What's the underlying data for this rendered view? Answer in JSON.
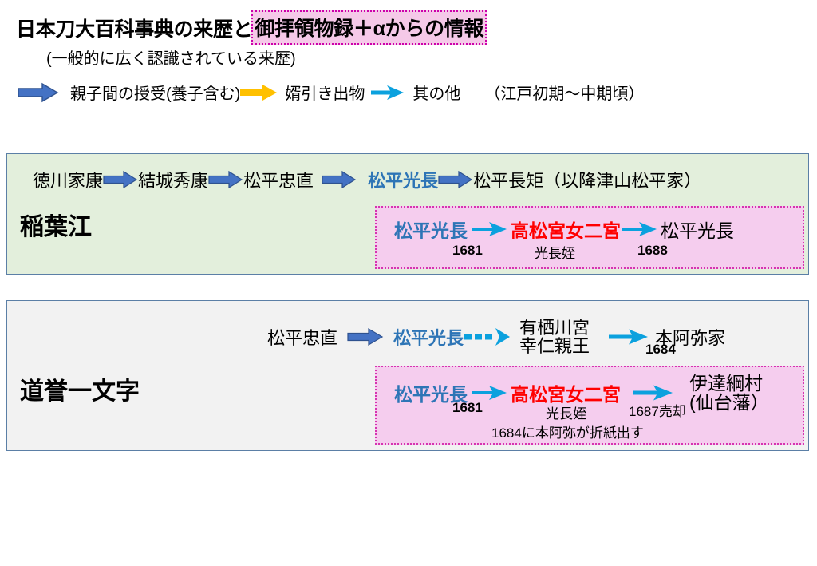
{
  "title": {
    "plain": "日本刀大百科事典の来歴と",
    "highlighted": "御拝領物録＋αからの情報"
  },
  "subtitle": "(一般的に広く認識されている来歴)",
  "legend": {
    "items": [
      {
        "icon": "blue-block-arrow-icon",
        "label": "親子間の授受(養子含む)",
        "color": "#4472C4"
      },
      {
        "icon": "yellow-block-arrow-icon",
        "label": "婿引き出物",
        "color": "#FFC000"
      },
      {
        "icon": "cyan-chevron-arrow-icon",
        "label": "其の他",
        "color": "#0BA1DE"
      }
    ],
    "period_note": "（江戸初期〜中期頃）"
  },
  "panels": [
    {
      "id": "inaba",
      "title": "稲葉江",
      "background": "#E3EFDC",
      "border": "#5B7FA6",
      "main_chain": [
        {
          "text": "徳川家康",
          "style": "black"
        },
        {
          "text": "結城秀康",
          "style": "black"
        },
        {
          "text": "松平忠直",
          "style": "black"
        },
        {
          "text": "松平光長",
          "style": "blue"
        },
        {
          "text": "松平長矩（以降津山松平家）",
          "style": "black"
        }
      ],
      "callout": {
        "background": "#F5CDEE",
        "border": "#D633B0",
        "chain": [
          {
            "text": "松平光長",
            "style": "blue"
          },
          {
            "text": "高松宮女二宮",
            "style": "red"
          },
          {
            "text": "松平光長",
            "style": "black"
          }
        ],
        "annotations": [
          {
            "text": "1681",
            "kind": "year"
          },
          {
            "text": "光長姪",
            "kind": "note"
          },
          {
            "text": "1688",
            "kind": "year"
          }
        ]
      }
    },
    {
      "id": "douyo",
      "title": "道誉一文字",
      "background": "#F2F2F2",
      "border": "#5B7FA6",
      "main_chain": [
        {
          "text": "松平忠直",
          "style": "black"
        },
        {
          "text": "松平光長",
          "style": "blue"
        },
        {
          "text": "有栖川宮",
          "text2": "幸仁親王",
          "style": "black-stack"
        },
        {
          "text": "本阿弥家",
          "style": "black"
        }
      ],
      "main_chain_annotations": [
        {
          "text": "1684",
          "kind": "year"
        }
      ],
      "callout": {
        "background": "#F5CDEE",
        "border": "#D633B0",
        "chain": [
          {
            "text": "松平光長",
            "style": "blue"
          },
          {
            "text": "高松宮女二宮",
            "style": "red"
          },
          {
            "text": "伊達綱村",
            "text2": "(仙台藩）",
            "style": "black-stack"
          }
        ],
        "annotations": [
          {
            "text": "1681",
            "kind": "year"
          },
          {
            "text": "光長姪",
            "kind": "note"
          },
          {
            "text": "1687売却",
            "kind": "year"
          },
          {
            "text": "1684に本阿弥が折紙出す",
            "kind": "note"
          }
        ]
      }
    }
  ]
}
